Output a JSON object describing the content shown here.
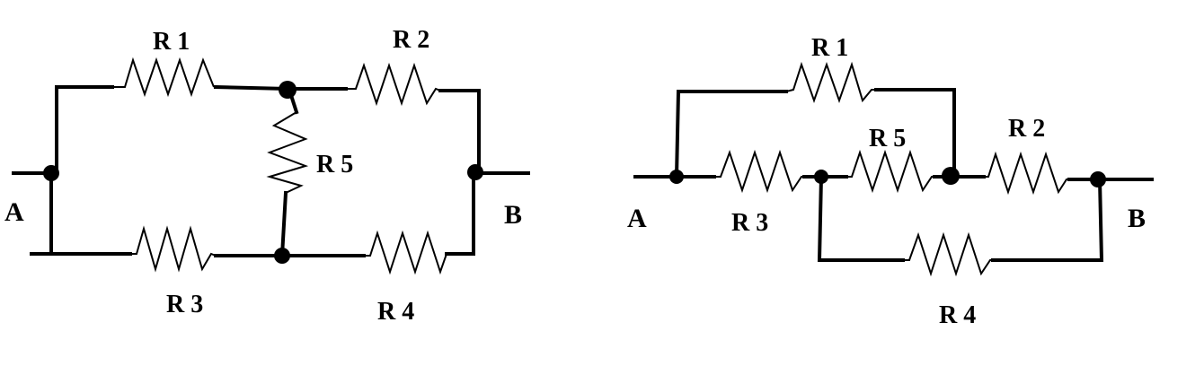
{
  "left_circuit": {
    "labels": {
      "r1": "R 1",
      "r2": "R 2",
      "r3": "R 3",
      "r4": "R 4",
      "r5": "R 5",
      "a": "A",
      "b": "B"
    }
  },
  "right_circuit": {
    "labels": {
      "r1": "R 1",
      "r2": "R 2",
      "r3": "R 3",
      "r4": "R 4",
      "r5": "R 5",
      "a": "A",
      "b": "B"
    }
  },
  "colors": {
    "ink": "#000000",
    "background": "#ffffff"
  }
}
